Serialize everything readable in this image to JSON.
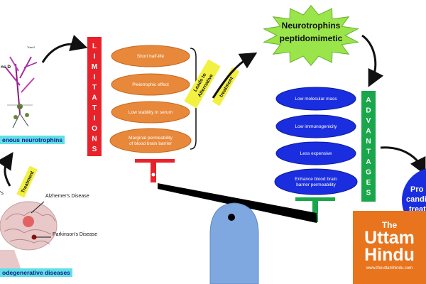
{
  "left_panel": {
    "neurotrophins_banner": "enous neurotrophins",
    "degenerative_banner": "odegenerative diseases",
    "tag_top": "Trka 0",
    "tag_left": "ns D",
    "rotated_tag": "Treatment",
    "alzheimers_label": "Alzhemer's Disease",
    "alzheimers_cut": "'s",
    "parkinsons_label": "Parkinson's Disease"
  },
  "limitations": {
    "letters": [
      "L",
      "I",
      "M",
      "I",
      "T",
      "A",
      "T",
      "I",
      "O",
      "N",
      "S"
    ],
    "items": [
      "Short half-life",
      "Pleiotrophic effect",
      "Low stability in serum",
      "Marginal permeability of blood brain barrier"
    ]
  },
  "leads_to": {
    "line1": "Leads to",
    "line2": "Alternative",
    "line3": "treatment"
  },
  "peptidomimetic": {
    "line1": "Neurotrophins",
    "line2": "peptidomimetic"
  },
  "advantages": {
    "letters": [
      "A",
      "D",
      "V",
      "A",
      "N",
      "T",
      "A",
      "G",
      "E",
      "S"
    ],
    "items": [
      "Low molecular mass",
      "Low immunogenicity",
      "Less expensive",
      "Enhance blood brain barrier permeability"
    ]
  },
  "promising": {
    "line1": "Pro",
    "line2": "candi",
    "line3": "treat"
  },
  "logo": {
    "the": "The",
    "uttam": "Uttam",
    "hindu": "Hindu",
    "url": "www.theuttamhindu.com"
  },
  "colors": {
    "limitations_bar": "#e8222a",
    "limitation_ellipse": "#e8883a",
    "advantages_bar": "#1aa64a",
    "advantage_ellipse": "#1a2ee0",
    "starburst": "#9ae64a",
    "banner": "#5fe0e8",
    "balance_beam": "#000000",
    "fulcrum": "#7fa8e0",
    "logo_bg": "#e8741d"
  }
}
